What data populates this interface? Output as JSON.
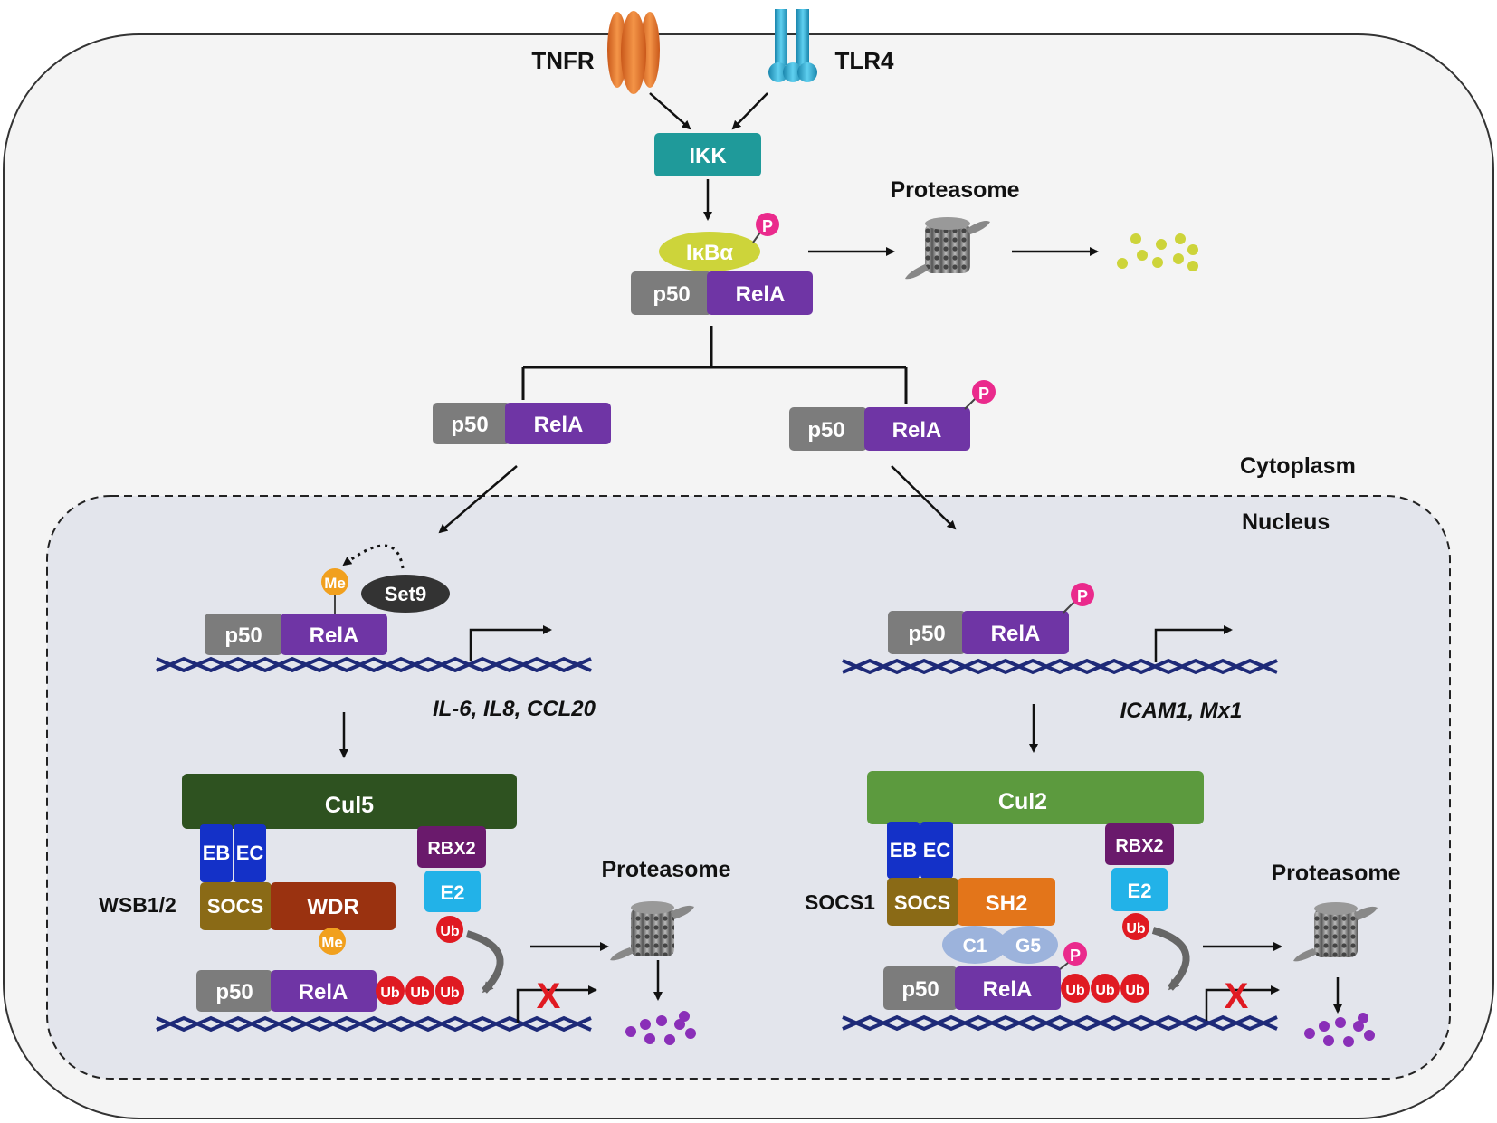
{
  "colors": {
    "cell_fill": "#f4f4f4",
    "nucleus_fill": "#e3e5ec",
    "p50": "#7c7c7c",
    "rela": "#6f35a5",
    "ikk": "#1f9a9a",
    "ikba": "#cdd43a",
    "phospho": "#ea2a8c",
    "methyl": "#f1a01e",
    "ub": "#e01a22",
    "cul5": "#2e5220",
    "cul2": "#5c9a3e",
    "elob": "#1431c8",
    "socs": "#8a6a16",
    "wdr": "#9a3210",
    "sh2": "#e3751a",
    "rbx2": "#6a1a6c",
    "e2": "#22b2e8",
    "c1g5": "#9cb3dc",
    "dna": "#1e2a78",
    "tnfr": "#ef7b2b",
    "tlr4": "#2cb4dc",
    "debris_yellow": "#cdd43a",
    "debris_purple": "#8a2fb8"
  },
  "receptors": {
    "tnfr": "TNFR",
    "tlr4": "TLR4"
  },
  "ikk": "IKK",
  "ikba": "IκBα",
  "p50": "p50",
  "rela": "RelA",
  "phospho": "P",
  "methyl": "Me",
  "ub": "Ub",
  "set9": "Set9",
  "proteasome_label": "Proteasome",
  "compartments": {
    "cytoplasm": "Cytoplasm",
    "nucleus": "Nucleus"
  },
  "left_genes": "IL-6, IL8, CCL20",
  "right_genes": "ICAM1, Mx1",
  "left_complex": {
    "cullin": "Cul5",
    "elob": "EB",
    "eloc": "EC",
    "rbx2": "RBX2",
    "e2": "E2",
    "socs": "SOCS",
    "substrate_domain": "WDR",
    "adaptor_name": "WSB1/2"
  },
  "right_complex": {
    "cullin": "Cul2",
    "elob": "EB",
    "eloc": "EC",
    "rbx2": "RBX2",
    "e2": "E2",
    "socs": "SOCS",
    "substrate_domain": "SH2",
    "c1": "C1",
    "g5": "G5",
    "adaptor_name": "SOCS1"
  },
  "blocked_mark": "X"
}
